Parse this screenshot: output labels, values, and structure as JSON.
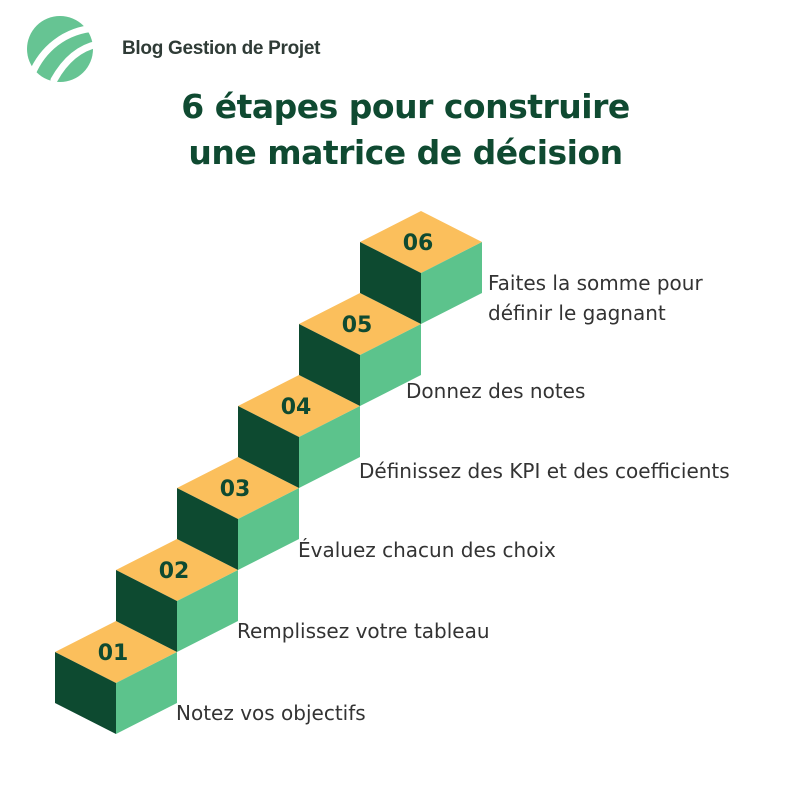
{
  "brand": {
    "name": "Blog Gestion de Projet",
    "logo_icon": "leaf-logo-icon"
  },
  "title": {
    "line1": "6 étapes pour construire",
    "line2": "une matrice de décision"
  },
  "colors": {
    "top": "#fbbf5c",
    "left": "#0d4a30",
    "right": "#5cc38c",
    "title": "#0f4a31"
  },
  "steps": [
    {
      "number": "01",
      "lines": [
        "Notez vos objectifs"
      ]
    },
    {
      "number": "02",
      "lines": [
        "Remplissez votre tableau"
      ]
    },
    {
      "number": "03",
      "lines": [
        "Évaluez chacun des choix"
      ]
    },
    {
      "number": "04",
      "lines": [
        "Définissez des KPI et des coefficients"
      ]
    },
    {
      "number": "05",
      "lines": [
        "Donnez des notes"
      ]
    },
    {
      "number": "06",
      "lines": [
        "Faites la somme pour",
        "définir le gagnant"
      ]
    }
  ]
}
